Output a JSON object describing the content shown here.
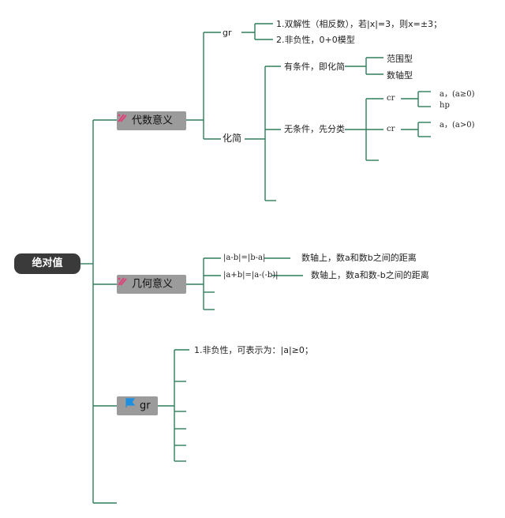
{
  "root": {
    "label": "绝对值"
  },
  "colors": {
    "line": "#2e7d5b",
    "root_bg": "#3a3a3a",
    "box_bg": "#9b9b9b",
    "icon_pink": "#e0407a",
    "icon_blue": "#1f8fe0"
  },
  "branch1": {
    "label": "代数意义",
    "icon": "pen-icon",
    "gr": {
      "label": "gr",
      "items": [
        "1.双解性（相反数），若|x|=3，则x=±3；",
        "2.非负性，0+0模型"
      ]
    },
    "simplify": {
      "label": "化简",
      "conditional": {
        "label": "有条件，即化简",
        "items": [
          "范围型",
          "数轴型"
        ]
      },
      "unconditional": {
        "label": "无条件，先分类",
        "cr1": {
          "label": "cr",
          "items": [
            "a，(a≥0)",
            "hp"
          ]
        },
        "cr2": {
          "label": "cr",
          "items": [
            "a，(a>0)"
          ]
        }
      }
    }
  },
  "branch2": {
    "label": "几何意义",
    "icon": "pen-icon",
    "items": [
      {
        "formula": "|a-b|=|b-a|",
        "desc": "数轴上，数a和数b之间的距离"
      },
      {
        "formula": "|a+b|=|a-(-b)|",
        "desc": "数轴上，数a和数-b之间的距离"
      }
    ]
  },
  "branch3": {
    "label": "gr",
    "icon": "flag-icon",
    "items": [
      "1.非负性，可表示为：|a|≥0；"
    ]
  }
}
